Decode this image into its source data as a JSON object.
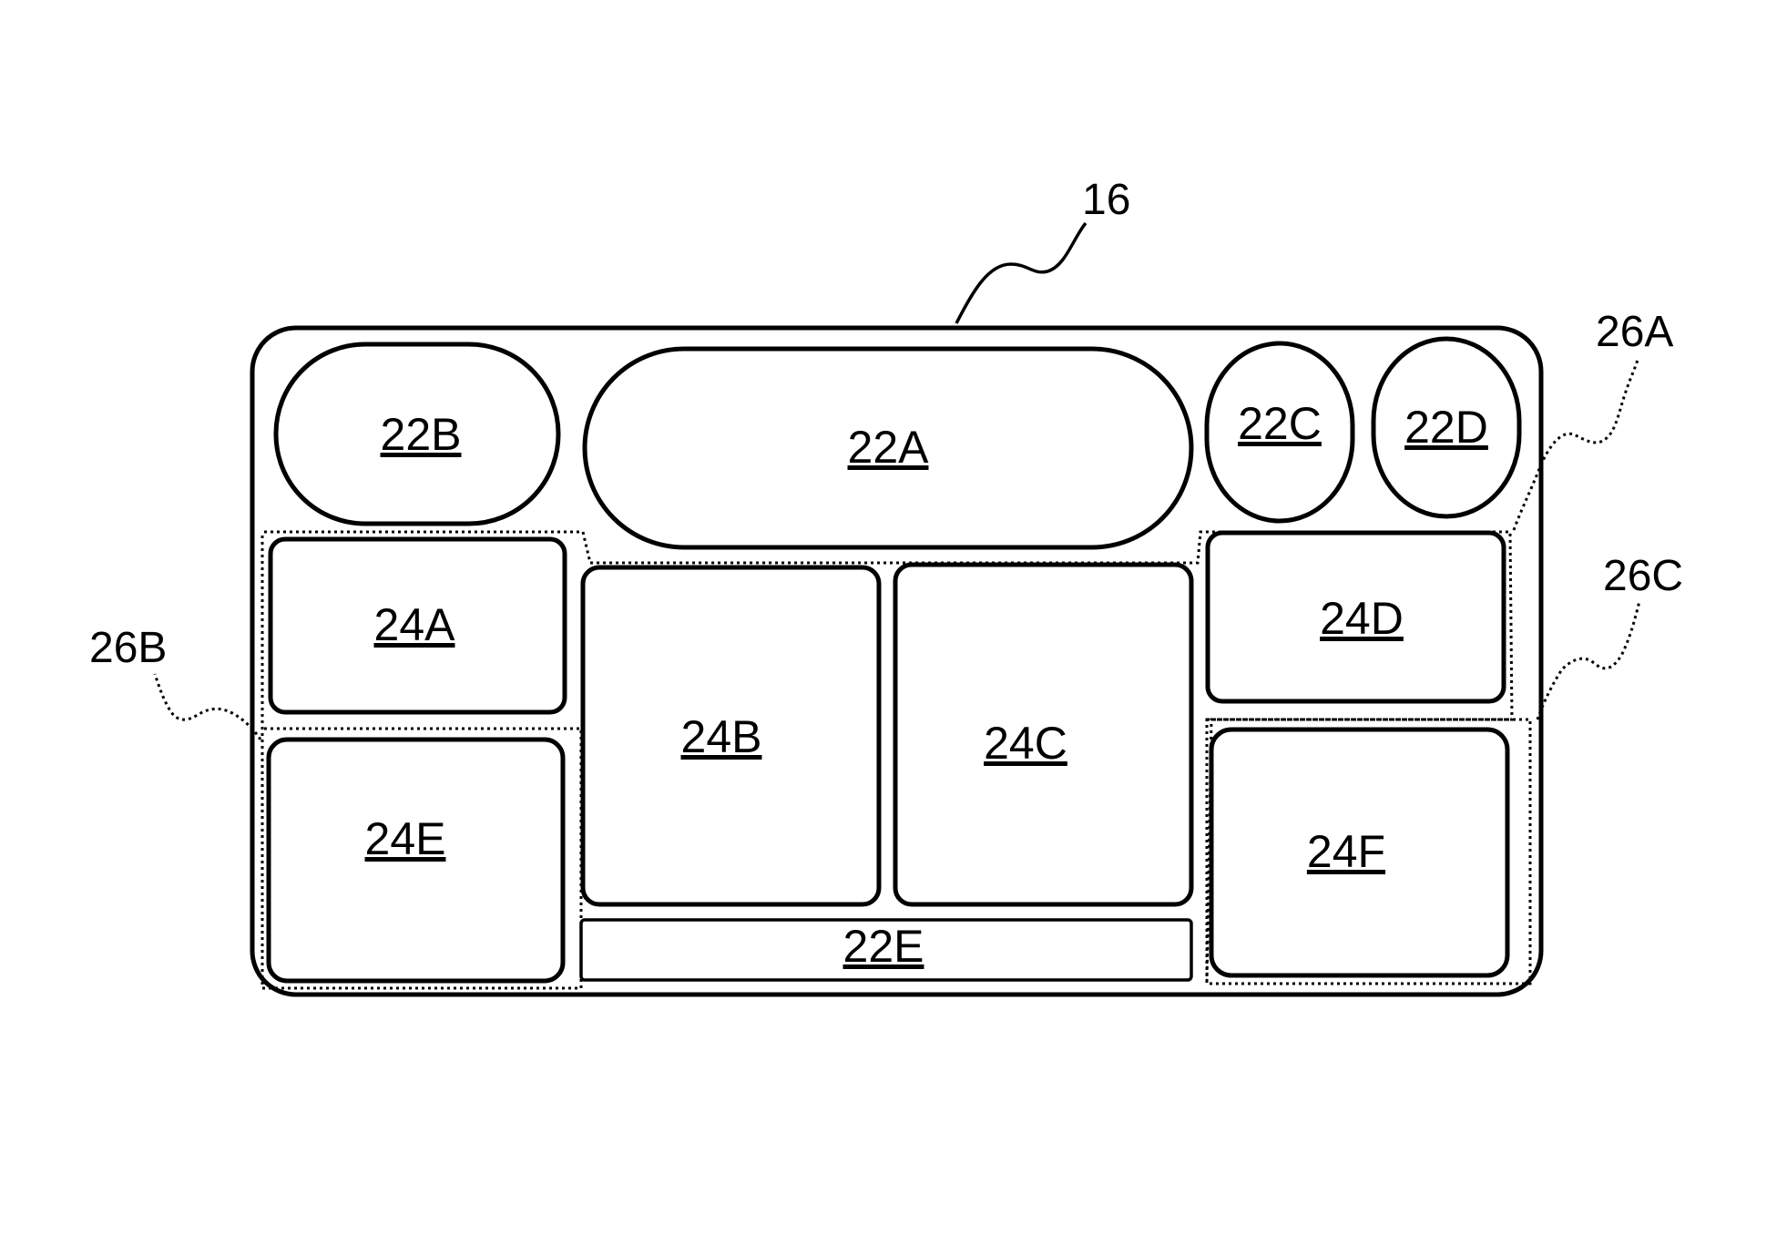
{
  "figure": {
    "reference_numerals": {
      "device": "16",
      "group_a": "26A",
      "group_b": "26B",
      "group_c": "26C"
    },
    "regions": {
      "r22a": "22A",
      "r22b": "22B",
      "r22c": "22C",
      "r22d": "22D",
      "r22e": "22E",
      "r24a": "24A",
      "r24b": "24B",
      "r24c": "24C",
      "r24d": "24D",
      "r24e": "24E",
      "r24f": "24F"
    }
  }
}
